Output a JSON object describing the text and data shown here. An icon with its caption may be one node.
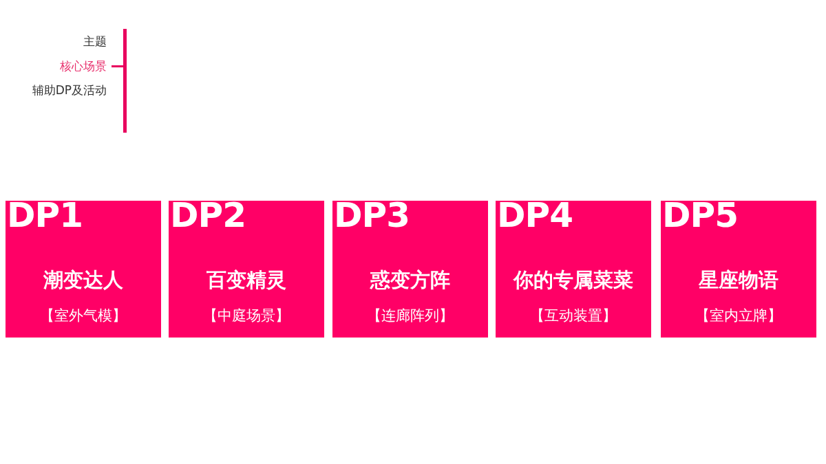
{
  "diagram": {
    "nodes": [
      {
        "text": [
          "DP1",
          "潮变达人",
          "【室外气模】"
        ]
      },
      {
        "text": [
          "DP2",
          "百变精灵",
          "【中庭场景】"
        ]
      },
      {
        "text": [
          "DP3",
          "惑变方阵",
          "【连廊阵列】"
        ]
      },
      {
        "text": [
          "DP4",
          "你的专属菜菜",
          "【互动装置】"
        ]
      },
      {
        "text": [
          "DP5",
          "星座物语",
          "【室内立牌】"
        ]
      }
    ],
    "labels": [
      "主题",
      "核心场景",
      "辅助DP及活动"
    ]
  }
}
